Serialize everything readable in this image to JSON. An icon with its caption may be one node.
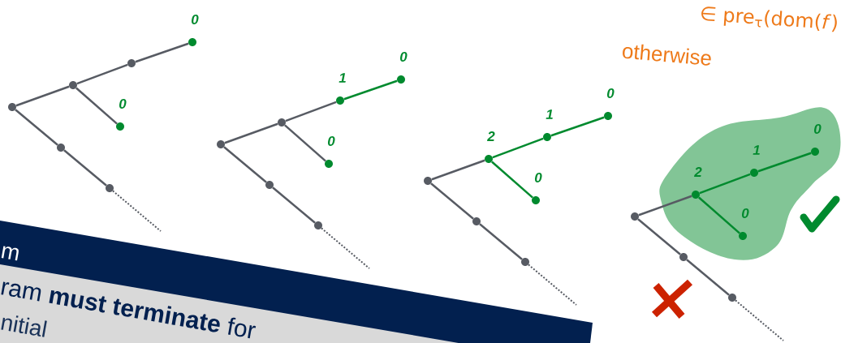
{
  "diagram": {
    "nodes": [
      {
        "text": [],
        "shape": "circle"
      },
      {
        "text": [],
        "shape": "circle"
      },
      {
        "text": [],
        "shape": "circle"
      },
      {
        "text": [],
        "shape": "circle",
        "beside": [
          "0"
        ]
      },
      {
        "text": [],
        "shape": "circle",
        "beside": [
          "0"
        ]
      },
      {
        "text": [],
        "shape": "circle"
      },
      {
        "text": [],
        "shape": "circle"
      },
      {
        "text": [],
        "shape": "circle"
      },
      {
        "text": [],
        "shape": "circle"
      },
      {
        "text": [],
        "shape": "circle",
        "beside": [
          "1"
        ]
      },
      {
        "text": [],
        "shape": "circle",
        "beside": [
          "0"
        ]
      },
      {
        "text": [],
        "shape": "circle",
        "beside": [
          "0"
        ]
      },
      {
        "text": [],
        "shape": "circle"
      },
      {
        "text": [],
        "shape": "circle"
      },
      {
        "text": [],
        "shape": "circle"
      },
      {
        "text": [],
        "shape": "circle",
        "beside": [
          "2"
        ]
      },
      {
        "text": [],
        "shape": "circle",
        "beside": [
          "1"
        ]
      },
      {
        "text": [],
        "shape": "circle",
        "beside": [
          "0"
        ]
      },
      {
        "text": [],
        "shape": "circle",
        "beside": [
          "0"
        ]
      },
      {
        "text": [],
        "shape": "circle"
      },
      {
        "text": [],
        "shape": "circle"
      },
      {
        "text": [],
        "shape": "circle"
      },
      {
        "text": [],
        "shape": "circle",
        "beside": [
          "2"
        ]
      },
      {
        "text": [],
        "shape": "circle",
        "beside": [
          "1"
        ]
      },
      {
        "text": [],
        "shape": "circle",
        "beside": [
          "0"
        ]
      },
      {
        "text": [],
        "shape": "circle",
        "beside": [
          "0"
        ]
      },
      {
        "text": [],
        "shape": "circle"
      },
      {
        "text": [],
        "shape": "circle"
      }
    ],
    "edges": [
      {
        "from": 0,
        "to": 1,
        "arrow": "none"
      },
      {
        "from": 1,
        "to": 2,
        "arrow": "none"
      },
      {
        "from": 2,
        "to": 3,
        "arrow": "none"
      },
      {
        "from": 1,
        "to": 4,
        "arrow": "none"
      },
      {
        "from": 0,
        "to": 5,
        "arrow": "none"
      },
      {
        "from": 5,
        "to": 6,
        "arrow": "none"
      },
      {
        "from": 6,
        "to": null,
        "arrow": "none",
        "style": "dashed"
      },
      {
        "from": 7,
        "to": 8,
        "arrow": "none"
      },
      {
        "from": 8,
        "to": 9,
        "arrow": "none"
      },
      {
        "from": 9,
        "to": 10,
        "arrow": "none",
        "color": "#008a2e"
      },
      {
        "from": 8,
        "to": 11,
        "arrow": "none"
      },
      {
        "from": 7,
        "to": 12,
        "arrow": "none"
      },
      {
        "from": 12,
        "to": 13,
        "arrow": "none"
      },
      {
        "from": 13,
        "to": null,
        "arrow": "none",
        "style": "dashed"
      },
      {
        "from": 14,
        "to": 15,
        "arrow": "none"
      },
      {
        "from": 15,
        "to": 16,
        "arrow": "none",
        "color": "#008a2e"
      },
      {
        "from": 16,
        "to": 17,
        "arrow": "none",
        "color": "#008a2e"
      },
      {
        "from": 15,
        "to": 18,
        "arrow": "none",
        "color": "#008a2e"
      },
      {
        "from": 14,
        "to": 19,
        "arrow": "none"
      },
      {
        "from": 19,
        "to": 20,
        "arrow": "none"
      },
      {
        "from": 20,
        "to": null,
        "arrow": "none",
        "style": "dashed"
      },
      {
        "from": 21,
        "to": 22,
        "arrow": "none"
      },
      {
        "from": 22,
        "to": 23,
        "arrow": "none",
        "color": "#008a2e"
      },
      {
        "from": 23,
        "to": 24,
        "arrow": "none",
        "color": "#008a2e"
      },
      {
        "from": 22,
        "to": 25,
        "arrow": "none",
        "color": "#008a2e"
      },
      {
        "from": 21,
        "to": 26,
        "arrow": "none"
      },
      {
        "from": 26,
        "to": 27,
        "arrow": "none"
      },
      {
        "from": 27,
        "to": null,
        "arrow": "none",
        "style": "dashed"
      }
    ],
    "labels": [
      "∈ pre$_{τ}$(dom(*f*)",
      "otherwise",
      "m",
      "ram **must terminate** for",
      "nitial"
    ]
  }
}
